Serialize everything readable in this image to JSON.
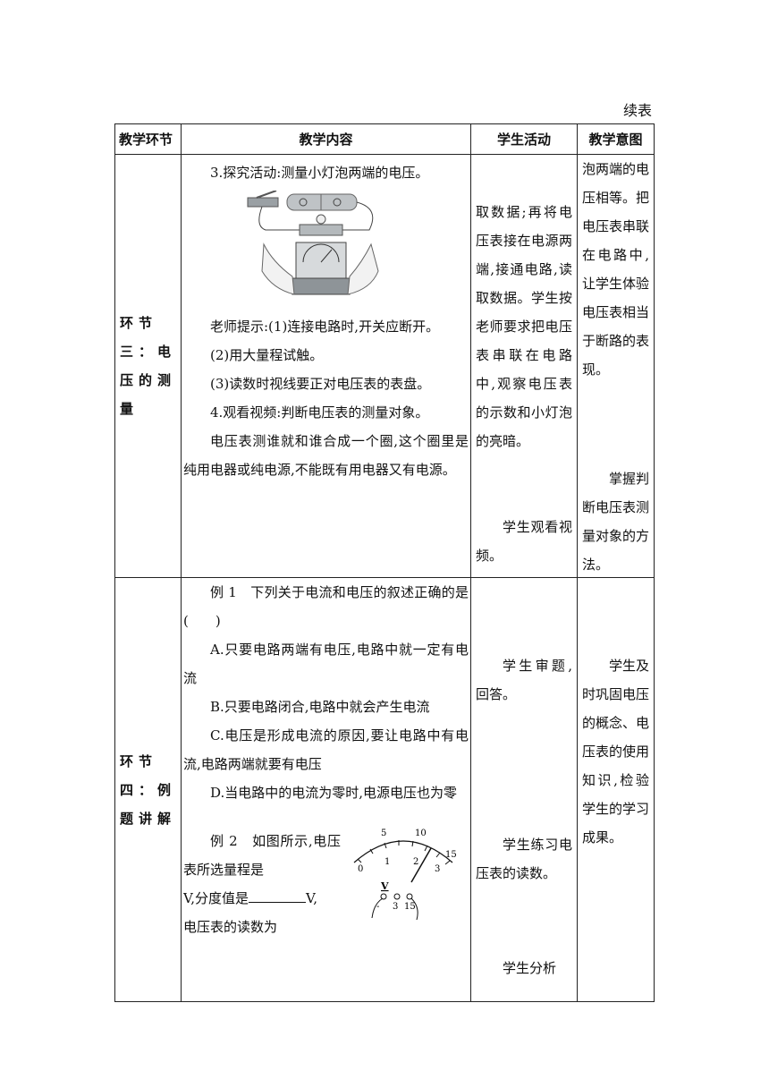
{
  "continued_label": "续表",
  "headers": [
    "教学环节",
    "教学内容",
    "学生活动",
    "教学意图"
  ],
  "row1": {
    "stage": "环节三：电压的测量",
    "content": {
      "activity": "3.探究活动:测量小灯泡两端的电压。",
      "tip1": "老师提示:(1)连接电路时,开关应断开。",
      "tip2": "(2)用大量程试触。",
      "tip3": "(3)读数时视线要正对电压表的表盘。",
      "video": "4.观看视频:判断电压表的测量对象。",
      "rule": "电压表测谁就和谁合成一个圈,这个圈里是纯用电器或纯电源,不能既有用电器又有电源。"
    },
    "activity_text1": "取数据;再将电压表接在电源两端,接通电路,读取数据。学生按老师要求把电压表串联在电路中,观察电压表的示数和小灯泡的亮暗。",
    "activity_text2": "学生观看视频。",
    "intent_text1": "泡两端的电压相等。把电压表串联在电路中,让学生体验电压表相当于断路的表现。",
    "intent_text2": "掌握判断电压表测量对象的方法。"
  },
  "row2": {
    "stage": "环节四：例题讲解",
    "example1_q": "例 1　下列关于电流和电压的叙述正确的是(　　)",
    "optA": "A.只要电路两端有电压,电路中就一定有电流",
    "optB": "B.只要电路闭合,电路中就会产生电流",
    "optC": "C.电压是形成电流的原因,要让电路中有电流,电路两端就要有电压",
    "optD": "D.当电路中的电流为零时,电源电压也为零",
    "example2_a": "例 2　如图所示,电压表所选量程是",
    "example2_b": "V,分度值是",
    "example2_c": "V,",
    "example2_d": "电压表的读数为",
    "activity_text1": "学生审题,回答。",
    "activity_text2": "学生练习电压表的读数。",
    "activity_text3": "学生分析",
    "intent_text": "学生及时巩固电压的概念、电压表的使用知识,检验学生的学习成果。",
    "meter": {
      "top_scale": [
        "5",
        "10",
        "15"
      ],
      "bottom_scale": [
        "0",
        "1",
        "2",
        "3"
      ],
      "unit": "V",
      "terminals": [
        "-",
        "3",
        "15"
      ]
    }
  }
}
